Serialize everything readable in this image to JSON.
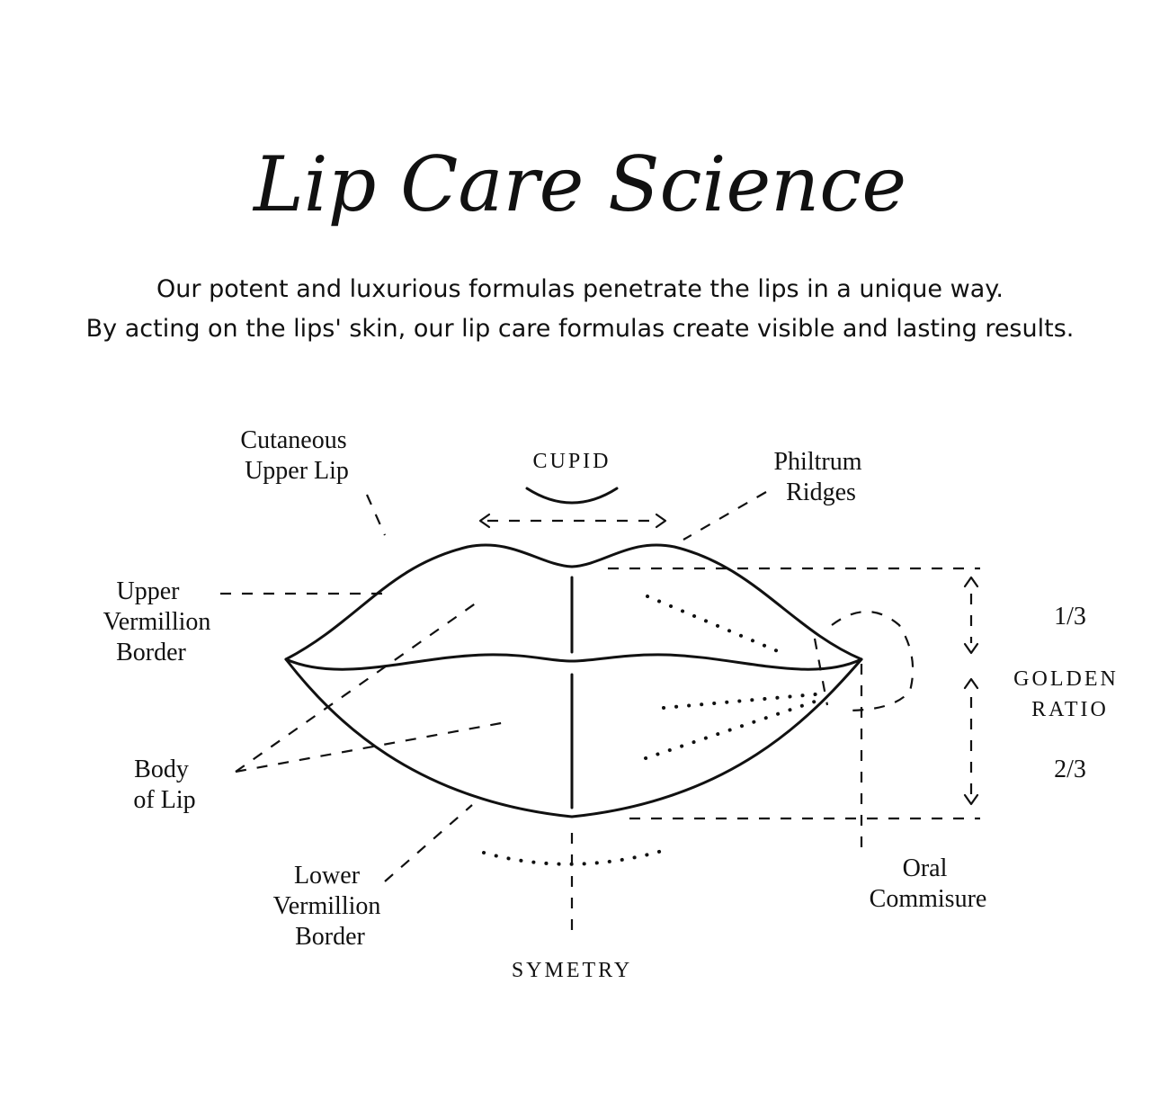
{
  "title": "Lip Care Science",
  "intro": {
    "line1": "Our potent and luxurious formulas penetrate the lips in a unique way.",
    "line2": "By acting on the lips' skin, our lip care formulas create visible and lasting results."
  },
  "labels": {
    "cutaneous_upper_lip": [
      "Cutaneous",
      "Upper Lip"
    ],
    "cupid": "CUPID",
    "philtrum_ridges": [
      "Philtrum",
      "Ridges"
    ],
    "upper_vermillion_border": [
      "Upper",
      "Vermillion",
      "Border"
    ],
    "body_of_lip": [
      "Body",
      "of Lip"
    ],
    "lower_vermillion_border": [
      "Lower",
      "Vermillion",
      "Border"
    ],
    "symmetry": "SYMETRY",
    "oral_commissure": [
      "Oral",
      "Commisure"
    ],
    "one_third": "1/3",
    "golden_ratio": [
      "GOLDEN",
      "RATIO"
    ],
    "two_thirds": "2/3"
  }
}
